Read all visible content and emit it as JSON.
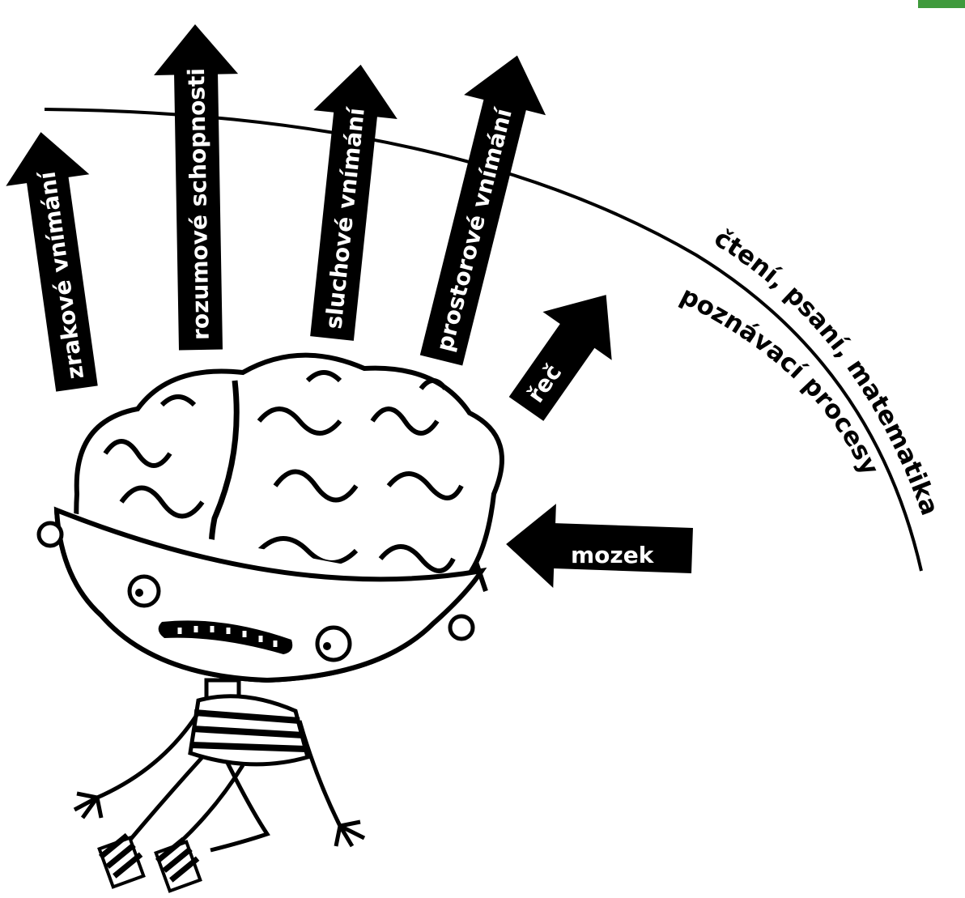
{
  "colors": {
    "ink": "#000000",
    "paper": "#ffffff",
    "accent_green": "#3f9a3c"
  },
  "arrows": {
    "zrakove": "zrakové vnímání",
    "rozumove": "rozumové schopnosti",
    "sluchove": "sluchové vnímání",
    "prostorove": "prostorové vnímání",
    "rec": "řeč",
    "mozek": "mozek"
  },
  "arc_labels": {
    "line1": "čtení, psaní, matematika",
    "line2": "poznávací procesy"
  },
  "illustration": {
    "icon": "child-with-brain-illustration"
  }
}
